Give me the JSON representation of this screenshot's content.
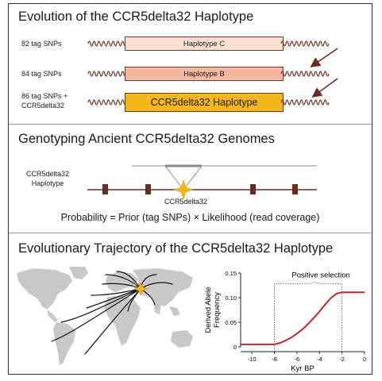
{
  "panel1": {
    "title": "Evolution of the CCR5delta32 Haplotype",
    "rows": [
      {
        "label_lines": [
          "82 tag SNPs"
        ],
        "haplotype": "Haplotype C"
      },
      {
        "label_lines": [
          "84 tag SNPs"
        ],
        "haplotype": "Haplotype B"
      },
      {
        "label_lines": [
          "86 tag SNPs +",
          "CCR5delta32"
        ],
        "haplotype": "CCR5delta32 Haplotype"
      }
    ]
  },
  "panel2": {
    "title": "Genotyping Ancient CCR5delta32 Genomes",
    "haplotype_label_lines": [
      "CCR5delta32",
      "Haplotype"
    ],
    "variant_label": "CCR5delta32",
    "formula": "Probability = Prior (tag SNPs) × Likelihood (read coverage)"
  },
  "panel3": {
    "title": "Evolutionary Trajectory of the CCR5delta32 Haplotype"
  },
  "colors": {
    "chromosome": "#6b2c22",
    "haplotype_c": "#fbe0cf",
    "haplotype_b": "#f2b8a4",
    "haplotype_ccr5": "#f6b71c",
    "star": "#f5b51a",
    "curve": "#c0272d",
    "land": "#c8c8c8"
  },
  "icons": [
    "squiggle-chromosome-icon",
    "curved-arrow-icon",
    "star-variant-icon",
    "world-map-icon"
  ],
  "chart_data": {
    "type": "line",
    "title": "Positive selection",
    "xlabel": "Kyr BP",
    "ylabel": "Derived Allele Frequency",
    "xlim": [
      -11,
      0
    ],
    "ylim": [
      0,
      0.15
    ],
    "xticks": [
      -10,
      -8,
      -6,
      -4,
      -2,
      0
    ],
    "yticks": [
      0,
      0.05,
      0.1,
      0.15
    ],
    "xtick_labels": [
      "-10",
      "-8",
      "-6",
      "-4",
      "-2",
      "0"
    ],
    "ytick_labels": [
      "0",
      "0.05",
      "0.10",
      "0.15"
    ],
    "series": [
      {
        "x": [
          -11,
          -10,
          -9,
          -8,
          -7.5,
          -7,
          -6.5,
          -6,
          -5.5,
          -5,
          -4.5,
          -4,
          -3.5,
          -3,
          -2.5,
          -2,
          -1.5,
          -1,
          -0.5,
          0
        ],
        "y": [
          0.005,
          0.005,
          0.005,
          0.005,
          0.008,
          0.013,
          0.019,
          0.027,
          0.036,
          0.047,
          0.059,
          0.072,
          0.086,
          0.099,
          0.108,
          0.111,
          0.111,
          0.111,
          0.111,
          0.111
        ]
      }
    ],
    "selection_window": [
      -8,
      -2
    ]
  }
}
